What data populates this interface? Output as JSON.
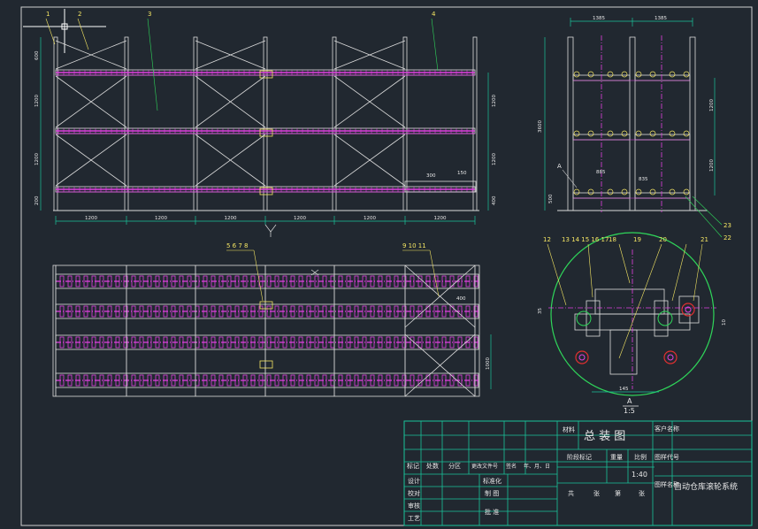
{
  "callouts_top": [
    "1",
    "2",
    "3",
    "4"
  ],
  "callouts_top_plan": [
    "5 6 7 8",
    "9 10 11"
  ],
  "callouts_side": [
    "12",
    "13 14 15 16 17",
    "18",
    "19",
    "20",
    "21",
    "22",
    "23"
  ],
  "front_dims_h": [
    "1200",
    "1200",
    "1200",
    "1200",
    "1200",
    "1200"
  ],
  "front_dims_left": [
    "600",
    "1200",
    "1200",
    "200"
  ],
  "front_dims_right": [
    "1200",
    "1200",
    "400"
  ],
  "front_dims_small": [
    "300",
    "150"
  ],
  "side_dims_top": [
    "1385",
    "1385"
  ],
  "side_dims_mid": [
    "885",
    "835"
  ],
  "side_dims_left": [
    "3600",
    "500"
  ],
  "side_dims_right": [
    "1200",
    "1200"
  ],
  "side_label_a": "A",
  "plan_dims": [
    "400",
    "1000"
  ],
  "detail_dims": [
    "145",
    "35",
    "10"
  ],
  "detail_title": "A",
  "detail_scale": "1:5",
  "title_block": {
    "material_label": "材料",
    "drawing_title": "总 装 图",
    "customer_label": "客户名称",
    "stage_label": "阶段标记",
    "weight_label": "重量",
    "scale_label": "比例",
    "scale_value": "1:40",
    "drawing_no_label": "图样代号",
    "project_label": "图样名称",
    "project_name": "自动仓库滚轮系统",
    "sheets_total": "共",
    "sheet_unit_1": "张",
    "sheet_label": "第",
    "sheet_unit_2": "张",
    "rev_headers": [
      "标记",
      "处数",
      "分区",
      "更改文件号",
      "签名",
      "年、月、日"
    ],
    "rows": [
      "设计",
      "校对",
      "审核",
      "工艺"
    ],
    "row_mid": [
      "标准化",
      "制 图",
      "批 准"
    ]
  }
}
